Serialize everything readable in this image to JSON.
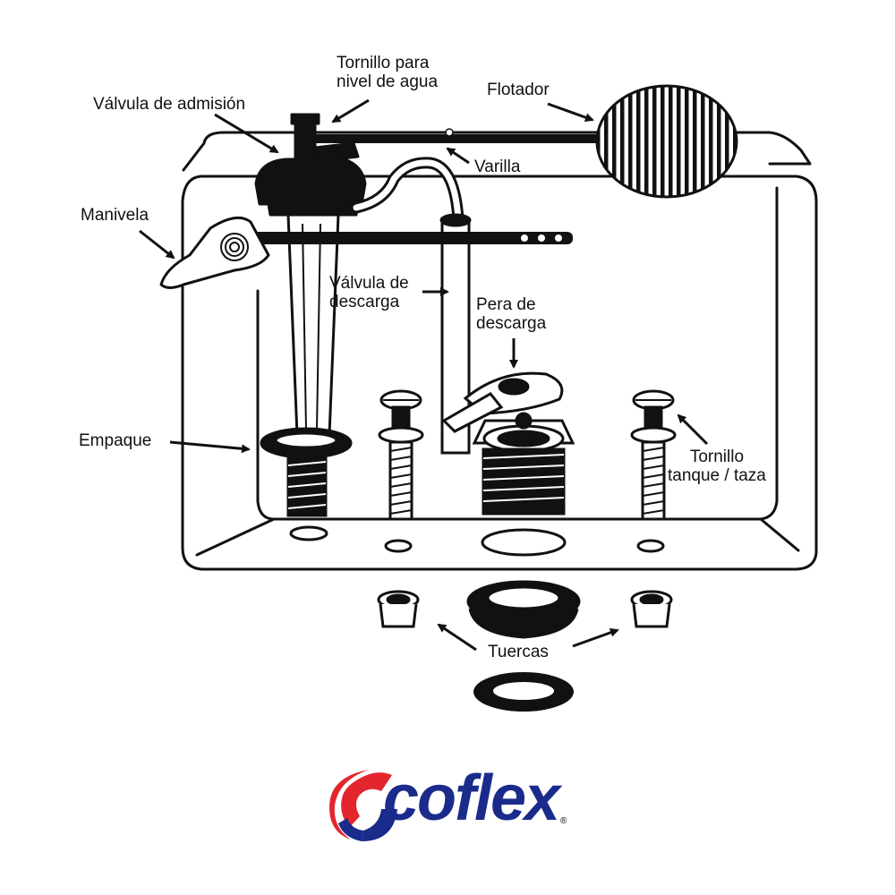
{
  "diagram": {
    "labels": {
      "tornillo_nivel": [
        "Tornillo para",
        "nivel de agua"
      ],
      "valvula_admision": "Válvula de admisión",
      "flotador": "Flotador",
      "varilla": "Varilla",
      "manivela": "Manivela",
      "valvula_descarga": [
        "Válvula de",
        "descarga"
      ],
      "pera_descarga": [
        "Pera de",
        "descarga"
      ],
      "empaque": "Empaque",
      "tornillo_tanque": [
        "Tornillo",
        "tanque / taza"
      ],
      "tuercas": "Tuercas"
    }
  },
  "logo": {
    "text": "coflex",
    "registered_mark": "®",
    "colors": {
      "text": "#1a2b8c",
      "red": "#e3262e",
      "blue": "#1a2b8c"
    }
  }
}
